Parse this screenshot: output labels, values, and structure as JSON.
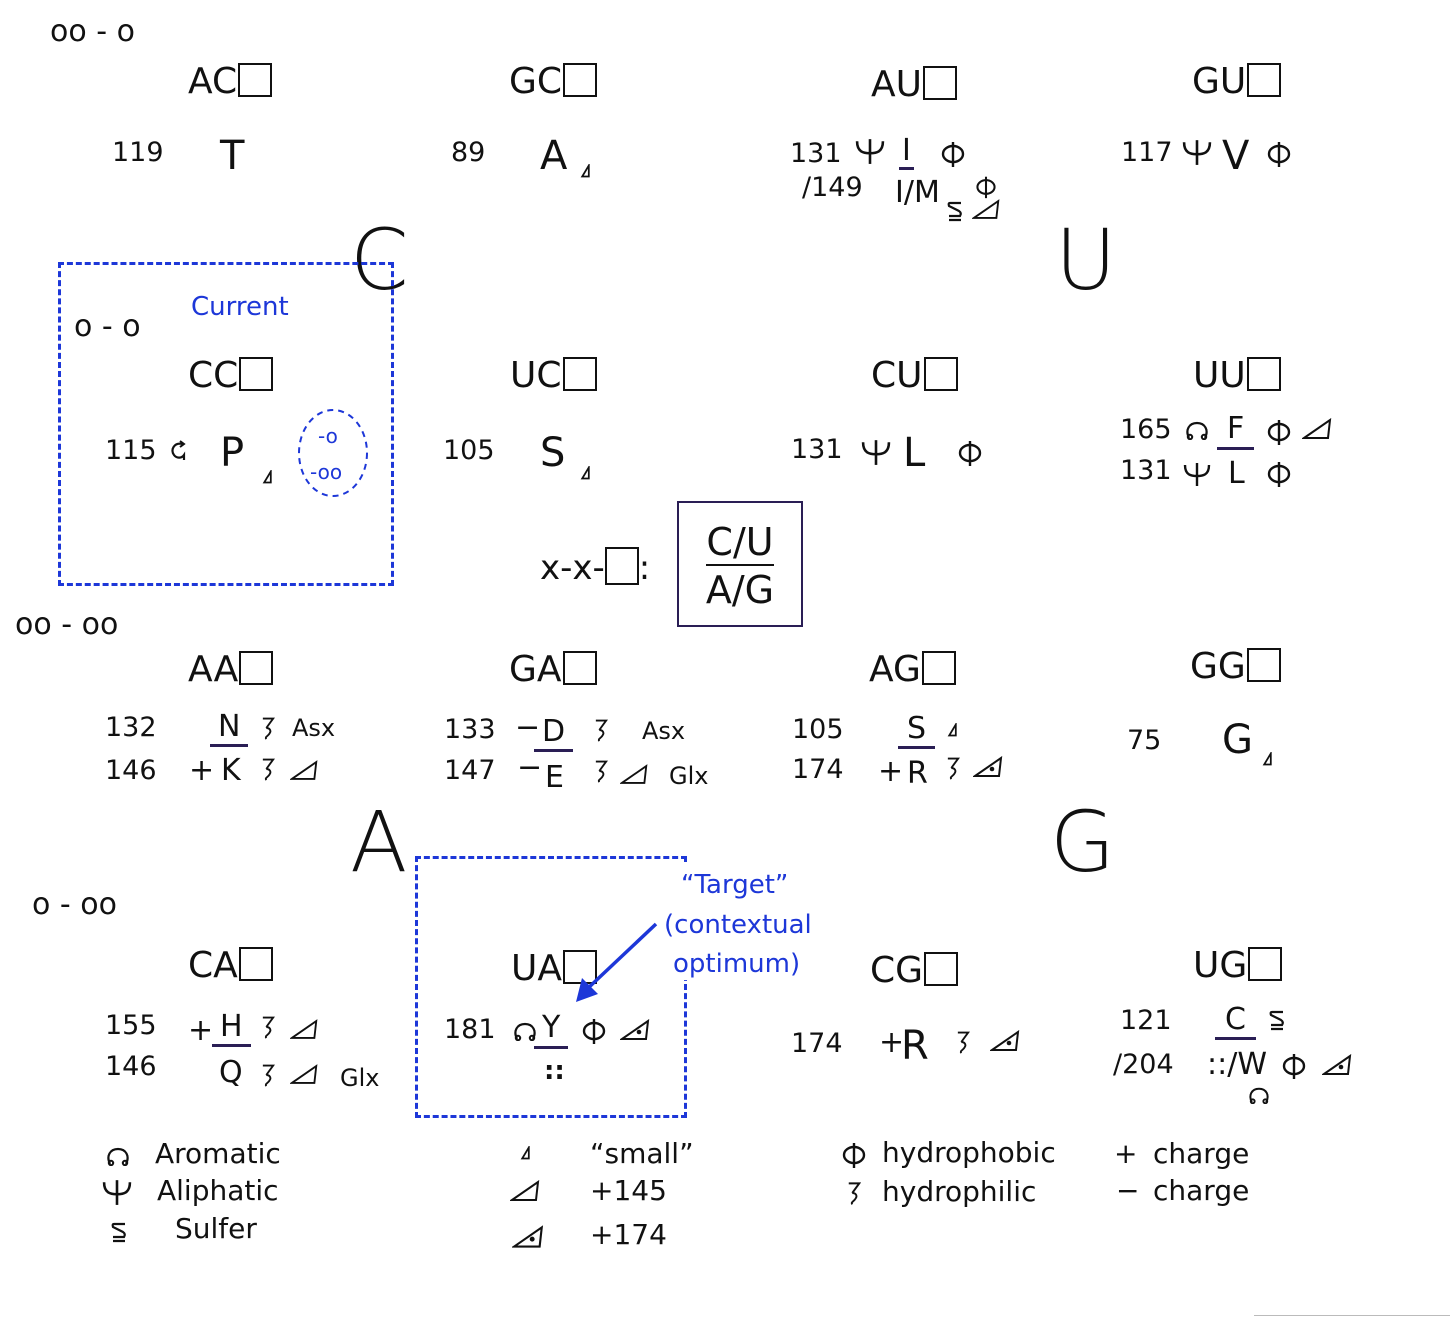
{
  "patterns": {
    "top_left": "oo - o",
    "current": "o - o",
    "middle": "oo - oo",
    "bottom_left": "o - oo"
  },
  "quadrants": {
    "c": "C",
    "u": "U",
    "a": "A",
    "g": "G"
  },
  "codons": {
    "ac": "AC",
    "gc": "GC",
    "au": "AU",
    "gu": "GU",
    "cc": "CC",
    "uc": "UC",
    "cu": "CU",
    "uu": "UU",
    "aa": "AA",
    "ga": "GA",
    "ag": "AG",
    "gg": "GG",
    "ca": "CA",
    "ua": "UA",
    "cg": "CG",
    "ug": "UG"
  },
  "row1": {
    "ac": {
      "weight": "119",
      "aa": "T"
    },
    "gc": {
      "weight": "89",
      "aa": "A"
    },
    "au": {
      "weight1": "131",
      "weight2": "/149",
      "aa1": "I",
      "aa2": "I/M"
    },
    "gu": {
      "weight": "117",
      "aa": "V"
    }
  },
  "row2": {
    "cc": {
      "weight": "115",
      "aa": "P",
      "oval_top": "-o",
      "oval_bottom": "-oo"
    },
    "uc": {
      "weight": "105",
      "aa": "S"
    },
    "cu": {
      "weight": "131",
      "aa": "L"
    },
    "uu": {
      "weight1": "165",
      "weight2": "131",
      "aa1": "F",
      "aa2": "L"
    }
  },
  "annotation_current": "Current",
  "key": {
    "prefix": "x-x-",
    "suffix": ":",
    "top": "C/U",
    "bottom": "A/G"
  },
  "row3": {
    "aa": {
      "weight1": "132",
      "weight2": "146",
      "aa1": "N",
      "aa2": "K",
      "charge2": "+",
      "group1": "Asx"
    },
    "ga": {
      "weight1": "133",
      "weight2": "147",
      "aa1": "D",
      "aa2": "E",
      "charge1": "−",
      "charge2": "−",
      "group1": "Asx",
      "group2": "Glx"
    },
    "ag": {
      "weight1": "105",
      "weight2": "174",
      "aa1": "S",
      "aa2": "R",
      "charge2": "+"
    },
    "gg": {
      "weight": "75",
      "aa": "G"
    }
  },
  "row4": {
    "ca": {
      "weight1": "155",
      "weight2": "146",
      "aa1": "H",
      "aa2": "Q",
      "charge1": "+",
      "group2": "Glx"
    },
    "ua": {
      "weight": "181",
      "aa": "Y",
      "stop": "::"
    },
    "cg": {
      "weight": "174",
      "aa": "R",
      "charge": "+"
    },
    "ug": {
      "weight1": "121",
      "weight2": "/204",
      "aa1": "C",
      "aa2": "::/W"
    }
  },
  "annotation_target": [
    "“Target”",
    "(contextual",
    "optimum)"
  ],
  "legend": {
    "aromatic": "Aromatic",
    "aliphatic": "Aliphatic",
    "sulfer": "Sulfer",
    "small": "“small”",
    "plus145": "+145",
    "plus174": "+174",
    "hydrophobic": "hydrophobic",
    "hydrophilic": "hydrophilic",
    "pos_charge_sym": "+",
    "pos_charge": "charge",
    "neg_charge_sym": "−",
    "neg_charge": "charge"
  },
  "colors": {
    "annotation_blue": "#1d37d8",
    "underline_navy": "#2a1e55",
    "ink": "#111111"
  },
  "icons": [
    "aromatic-icon",
    "aliphatic-icon",
    "sulfur-icon",
    "small-icon",
    "size-145-icon",
    "size-174-icon",
    "hydrophobic-icon",
    "hydrophilic-icon"
  ]
}
